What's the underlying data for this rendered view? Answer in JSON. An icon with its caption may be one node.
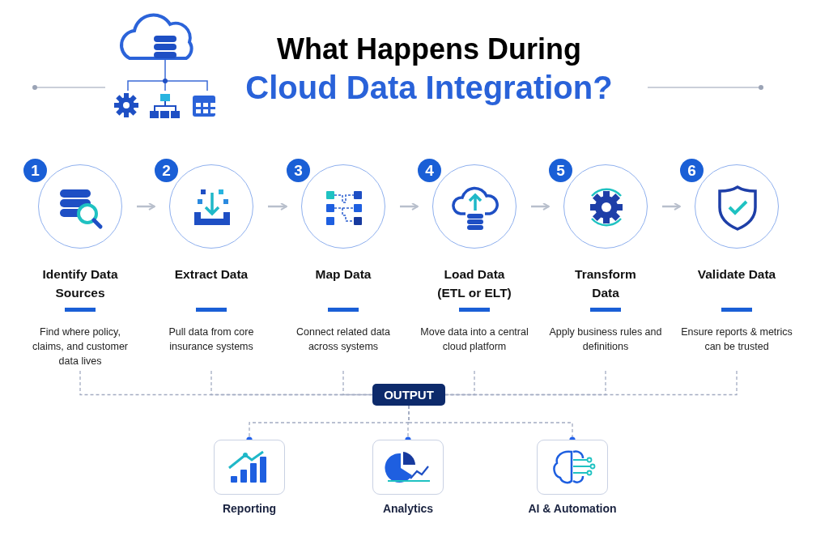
{
  "diagram": {
    "title": "What Happens During",
    "nodes": [
      {
        "text": [
          "1",
          "Identify Data Sources",
          "Find where policy, claims, and customer data lives"
        ]
      },
      {
        "text": [
          "2",
          "Extract Data",
          "Pull data from core insurance systems"
        ]
      },
      {
        "text": [
          "3",
          "Map Data",
          "Connect related data across systems"
        ]
      },
      {
        "text": [
          "4",
          "Load Data (ETL or ELT)",
          "Move data into a central cloud platform"
        ]
      },
      {
        "text": [
          "5",
          "Transform Data",
          "Apply business rules and definitions"
        ]
      },
      {
        "text": [
          "6",
          "Validate Data",
          "Ensure reports & metrics can be trusted"
        ]
      },
      {
        "text": [
          "OUTPUT"
        ]
      },
      {
        "text": [
          "Reporting"
        ]
      },
      {
        "text": [
          "Analytics"
        ]
      },
      {
        "text": [
          "AI & Automation"
        ]
      }
    ],
    "edges": [
      {
        "from": 0,
        "to": 1,
        "arrow": "to",
        "color": "#b8bfcc"
      },
      {
        "from": 1,
        "to": 2,
        "arrow": "to",
        "color": "#b8bfcc"
      },
      {
        "from": 2,
        "to": 3,
        "arrow": "to",
        "color": "#b8bfcc"
      },
      {
        "from": 3,
        "to": 4,
        "arrow": "to",
        "color": "#b8bfcc"
      },
      {
        "from": 4,
        "to": 5,
        "arrow": "to",
        "color": "#b8bfcc"
      },
      {
        "from": 0,
        "to": 6,
        "arrow": "none",
        "style": "dashed"
      },
      {
        "from": 1,
        "to": 6,
        "arrow": "none",
        "style": "dashed"
      },
      {
        "from": 2,
        "to": 6,
        "arrow": "none",
        "style": "dashed"
      },
      {
        "from": 3,
        "to": 6,
        "arrow": "none",
        "style": "dashed"
      },
      {
        "from": 4,
        "to": 6,
        "arrow": "none",
        "style": "dashed"
      },
      {
        "from": 5,
        "to": 6,
        "arrow": "none",
        "style": "dashed"
      },
      {
        "from": 6,
        "to": 7,
        "arrow": "other",
        "style": "dashed"
      },
      {
        "from": 6,
        "to": 8,
        "arrow": "other",
        "style": "dashed"
      },
      {
        "from": 6,
        "to": 9,
        "arrow": "other",
        "style": "dashed"
      }
    ],
    "labels": [
      "Cloud Data Integration?"
    ]
  }
}
